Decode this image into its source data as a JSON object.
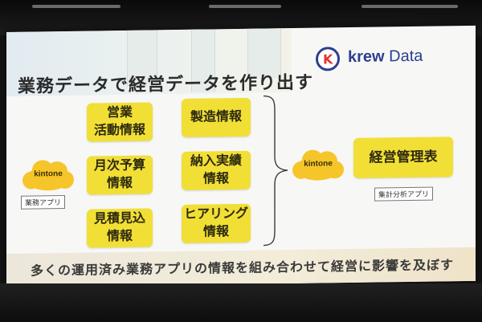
{
  "slide": {
    "title": "業務データで経営データを作り出す",
    "logo": {
      "mark": "K",
      "brand_bold": "krew",
      "brand_regular": " Data"
    },
    "source_cards": [
      {
        "label": "営業\n活動情報"
      },
      {
        "label": "製造情報"
      },
      {
        "label": "月次予算\n情報"
      },
      {
        "label": "納入実績\n情報"
      },
      {
        "label": "見積見込\n情報"
      },
      {
        "label": "ヒアリング\n情報"
      }
    ],
    "left_app": {
      "cloud_text": "kintone",
      "tag": "業務アプリ"
    },
    "right_app": {
      "cloud_text": "kintone"
    },
    "output_card": {
      "label": "経営管理表",
      "tag": "集計分析アプリ"
    },
    "footer_text": "多くの運用済み業務アプリの情報を組み合わせて経営に影響を及ぼす"
  },
  "colors": {
    "card_yellow": "#f2df35",
    "cloud_yellow": "#f6c52a",
    "logo_blue": "#2c3f8f",
    "logo_red": "#e2372b"
  }
}
